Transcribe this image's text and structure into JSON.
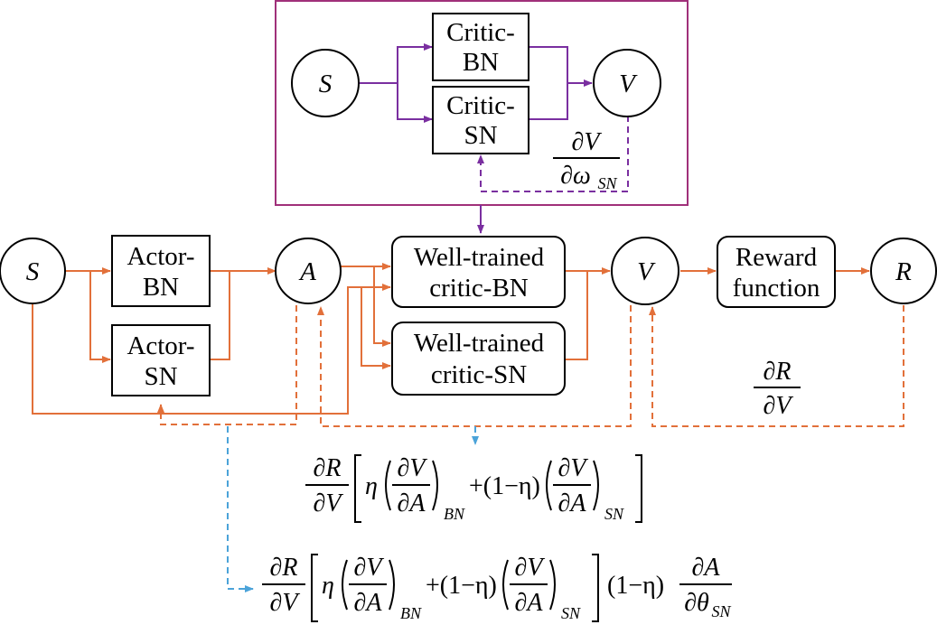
{
  "colors": {
    "actor_flow": "#E2703A",
    "critic_flow": "#7A2FA0",
    "gradient_flow": "#4BA3D9",
    "critic_frame": "#A0307A"
  },
  "critic_panel": {
    "state": "S",
    "value": "V",
    "bn_line1": "Critic-",
    "bn_line2": "BN",
    "sn_line1": "Critic-",
    "sn_line2": "SN",
    "grad_num": "∂V",
    "grad_den": "∂ω",
    "grad_den_sub": "SN"
  },
  "actor_chain": {
    "state": "S",
    "action": "A",
    "value": "V",
    "reward": "R",
    "actor_bn_line1": "Actor-",
    "actor_bn_line2": "BN",
    "actor_sn_line1": "Actor-",
    "actor_sn_line2": "SN",
    "wt_bn_line1": "Well-trained",
    "wt_bn_line2": "critic-BN",
    "wt_sn_line1": "Well-trained",
    "wt_sn_line2": "critic-SN",
    "reward_line1": "Reward",
    "reward_line2": "function",
    "dRdV_num": "∂R",
    "dRdV_den": "∂V"
  },
  "formula1": {
    "lead_num": "∂R",
    "lead_den": "∂V",
    "eta": "η",
    "frac_num": "∂V",
    "frac_den": "∂A",
    "sub_bn": "BN",
    "plus_mid": "+(1−η)",
    "sub_sn": "SN"
  },
  "formula2": {
    "lead_num": "∂R",
    "lead_den": "∂V",
    "eta": "η",
    "frac_num": "∂V",
    "frac_den": "∂A",
    "sub_bn": "BN",
    "plus_mid": "+(1−η)",
    "sub_sn": "SN",
    "tail_factor": "(1−η)",
    "tail_num": "∂A",
    "tail_den": "∂θ",
    "tail_den_sub": "SN"
  }
}
